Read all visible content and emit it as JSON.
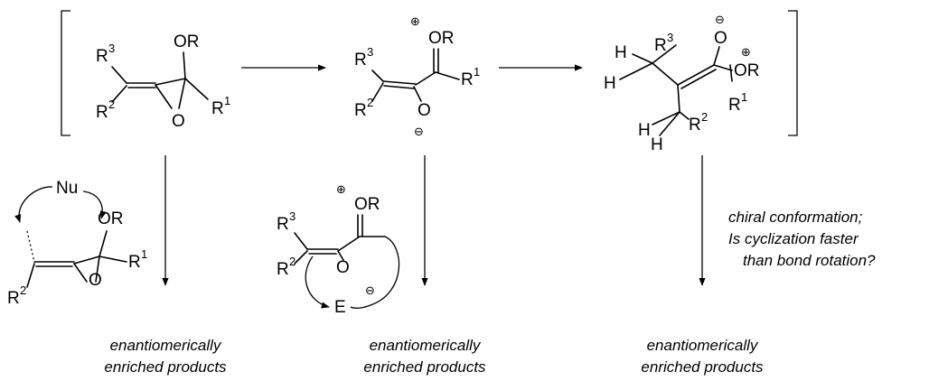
{
  "labels": {
    "or": "OR",
    "o": "O",
    "r": "R",
    "h": "H",
    "nu": "Nu",
    "e": "E",
    "sup1": "1",
    "sup2": "2",
    "sup3": "3"
  },
  "charges": {
    "plus": "⊕",
    "minus": "⊖"
  },
  "annotation": {
    "line1": "chiral conformation;",
    "line2": "Is cyclization faster",
    "line3": "than bond rotation?"
  },
  "outcome": {
    "line1": "enantiomerically",
    "line2": "enriched products"
  }
}
